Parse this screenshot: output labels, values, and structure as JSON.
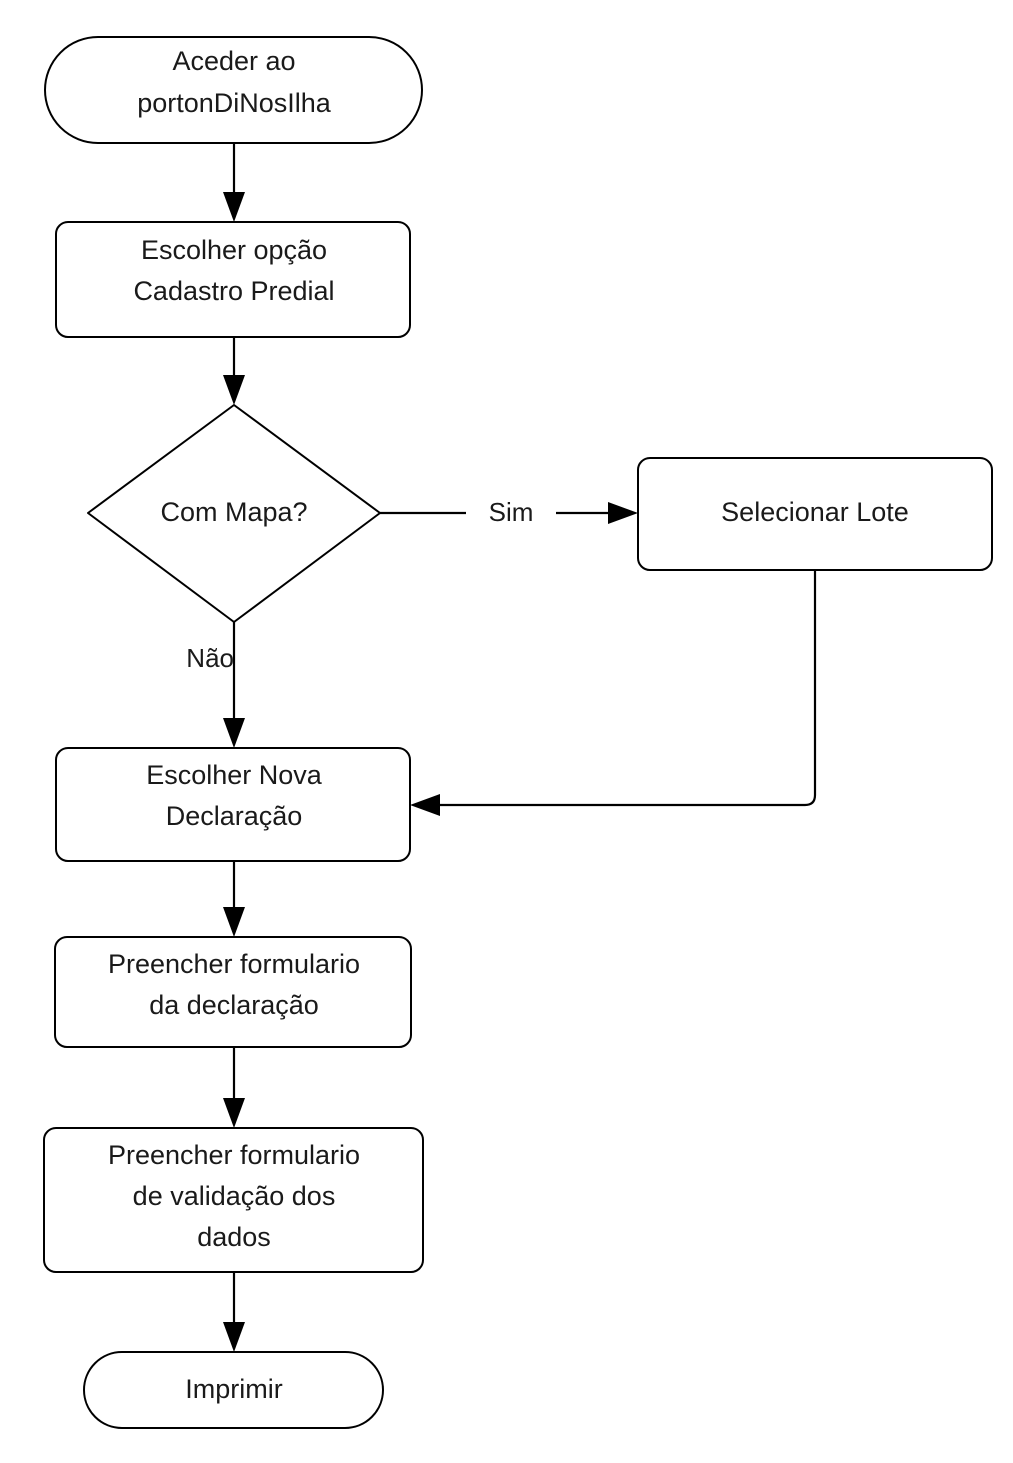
{
  "diagram": {
    "type": "flowchart",
    "orientation": "top-to-bottom",
    "background_color": "#ffffff",
    "stroke_color": "#000000",
    "text_color": "#1a1a1a",
    "nodes": [
      {
        "id": "start",
        "shape": "stadium",
        "role": "terminator",
        "lines": [
          "Aceder ao",
          "portonDiNosIlha"
        ],
        "text": "Aceder ao portonDiNosIlha"
      },
      {
        "id": "escolher-opcao",
        "shape": "rounded-rect",
        "role": "process",
        "lines": [
          "Escolher opção",
          "Cadastro Predial"
        ],
        "text": "Escolher opção Cadastro Predial"
      },
      {
        "id": "com-mapa",
        "shape": "diamond",
        "role": "decision",
        "lines": [
          "Com Mapa?"
        ],
        "text": "Com Mapa?"
      },
      {
        "id": "selecionar-lote",
        "shape": "rounded-rect",
        "role": "process",
        "lines": [
          "Selecionar Lote"
        ],
        "text": "Selecionar Lote"
      },
      {
        "id": "escolher-nova-declaracao",
        "shape": "rounded-rect",
        "role": "process",
        "lines": [
          "Escolher Nova",
          "Declaração"
        ],
        "text": "Escolher Nova Declaração"
      },
      {
        "id": "preencher-declaracao",
        "shape": "rounded-rect",
        "role": "process",
        "lines": [
          "Preencher formulario",
          "da declaração"
        ],
        "text": "Preencher formulario da declaração"
      },
      {
        "id": "preencher-validacao",
        "shape": "rounded-rect",
        "role": "process",
        "lines": [
          "Preencher formulario",
          "de validação dos",
          "dados"
        ],
        "text": "Preencher formulario de validação dos dados"
      },
      {
        "id": "imprimir",
        "shape": "stadium",
        "role": "terminator",
        "lines": [
          "Imprimir"
        ],
        "text": "Imprimir"
      }
    ],
    "edges": [
      {
        "id": "e1",
        "from": "start",
        "to": "escolher-opcao",
        "label": ""
      },
      {
        "id": "e2",
        "from": "escolher-opcao",
        "to": "com-mapa",
        "label": ""
      },
      {
        "id": "e3",
        "from": "com-mapa",
        "to": "selecionar-lote",
        "label": "Sim"
      },
      {
        "id": "e4",
        "from": "com-mapa",
        "to": "escolher-nova-declaracao",
        "label": "Não"
      },
      {
        "id": "e5",
        "from": "selecionar-lote",
        "to": "escolher-nova-declaracao",
        "label": ""
      },
      {
        "id": "e6",
        "from": "escolher-nova-declaracao",
        "to": "preencher-declaracao",
        "label": ""
      },
      {
        "id": "e7",
        "from": "preencher-declaracao",
        "to": "preencher-validacao",
        "label": ""
      },
      {
        "id": "e8",
        "from": "preencher-validacao",
        "to": "imprimir",
        "label": ""
      }
    ],
    "edge_labels": {
      "sim": "Sim",
      "nao": "Não"
    },
    "node_text": {
      "start_l1": "Aceder ao",
      "start_l2": "portonDiNosIlha",
      "opcao_l1": "Escolher opção",
      "opcao_l2": "Cadastro Predial",
      "mapa_l1": "Com Mapa?",
      "lote_l1": "Selecionar Lote",
      "nova_l1": "Escolher Nova",
      "nova_l2": "Declaração",
      "decl_l1": "Preencher formulario",
      "decl_l2": "da declaração",
      "valid_l1": "Preencher formulario",
      "valid_l2": "de validação dos",
      "valid_l3": "dados",
      "imprimir_l1": "Imprimir"
    }
  }
}
